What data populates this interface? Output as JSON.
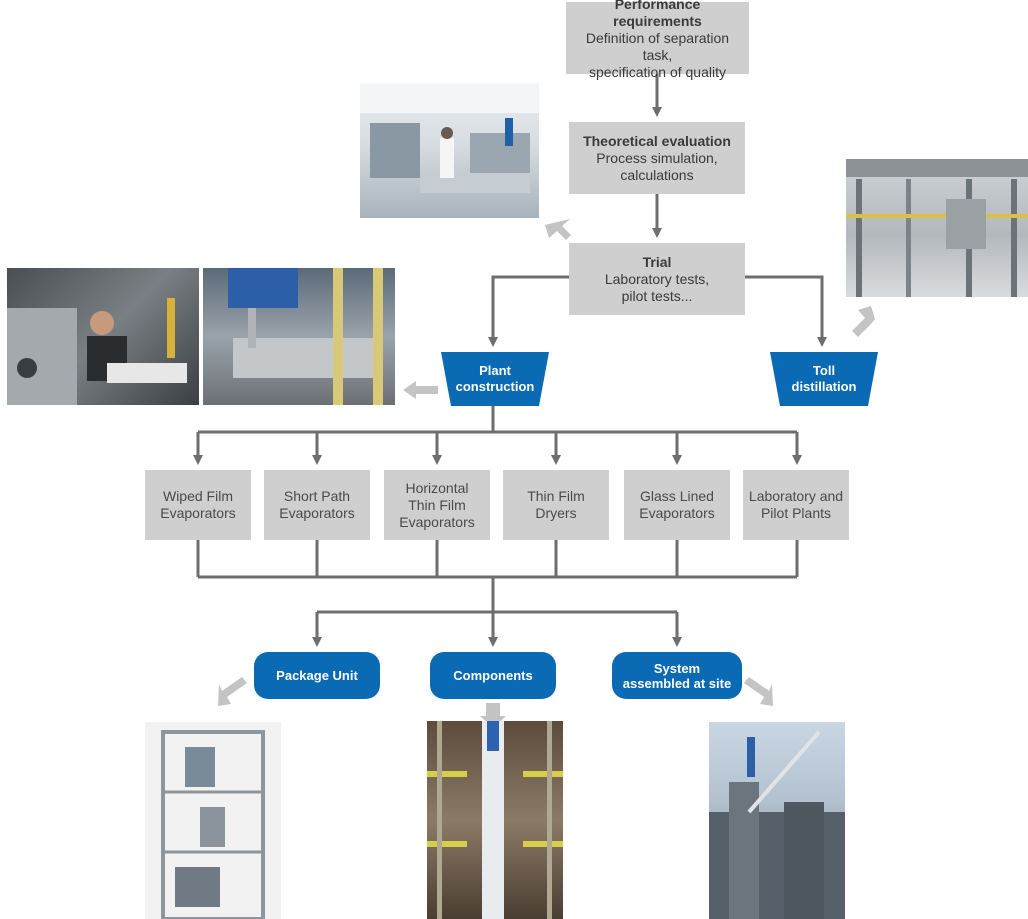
{
  "steps": {
    "performance": {
      "title": "Performance requirements",
      "line1": "Definition of separation task,",
      "line2": "specification of quality"
    },
    "theoretical": {
      "title": "Theoretical evaluation",
      "line1": "Process simulation,",
      "line2": "calculations"
    },
    "trial": {
      "title": "Trial",
      "line1": "Laboratory tests,",
      "line2": "pilot tests..."
    }
  },
  "branches": {
    "plant": {
      "line1": "Plant",
      "line2": "construction"
    },
    "toll": {
      "line1": "Toll",
      "line2": "distillation"
    }
  },
  "equipment": [
    {
      "line1": "Wiped Film",
      "line2": "Evaporators",
      "line3": ""
    },
    {
      "line1": "Short Path",
      "line2": "Evaporators",
      "line3": ""
    },
    {
      "line1": "Horizontal",
      "line2": "Thin Film",
      "line3": "Evaporators"
    },
    {
      "line1": "Thin Film",
      "line2": "Dryers",
      "line3": ""
    },
    {
      "line1": "Glass Lined",
      "line2": "Evaporators",
      "line3": ""
    },
    {
      "line1": "Laboratory and",
      "line2": "Pilot Plants",
      "line3": ""
    }
  ],
  "deliveries": {
    "package": {
      "label": "Package Unit"
    },
    "components": {
      "label": "Components"
    },
    "system": {
      "line1": "System",
      "line2": "assembled at site"
    }
  },
  "colors": {
    "box_gray": "#cfcfcf",
    "line_gray": "#6e6e6e",
    "light_arrow": "#c4c4c4",
    "accent_blue": "#0a6ab3",
    "text_dark": "#3a3a3a"
  }
}
